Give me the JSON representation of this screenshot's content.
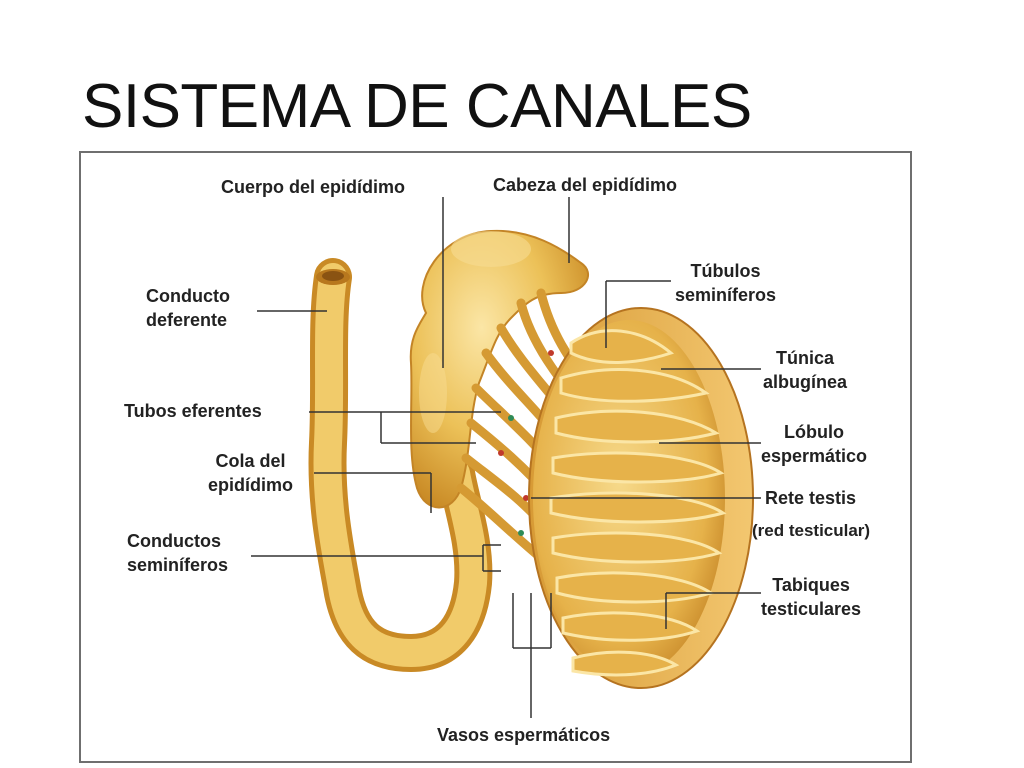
{
  "slide": {
    "title": "SISTEMA DE CANALES"
  },
  "diagram": {
    "labels": {
      "cuerpo_epididimo": "Cuerpo del epidídimo",
      "cabeza_epididimo": "Cabeza del epidídimo",
      "conducto_deferente": [
        "Conducto",
        "deferente"
      ],
      "tubulos_seminiferos": [
        "Túbulos",
        "seminíferos"
      ],
      "tunica_albuginea": [
        "Túnica",
        "albugínea"
      ],
      "tubos_eferentes": "Tubos eferentes",
      "lobulo_espermatico": [
        "Lóbulo",
        "espermático"
      ],
      "cola_epididimo": [
        "Cola del",
        "epidídimo"
      ],
      "rete_testis": "Rete testis",
      "red_testicular": "(red testicular)",
      "conductos_seminiferos": [
        "Conductos",
        "seminíferos"
      ],
      "tabiques_testiculares": [
        "Tabiques",
        "testiculares"
      ],
      "vasos_espermaticos": "Vasos espermáticos"
    },
    "colors": {
      "tissue_light": "#f3cf6d",
      "tissue_mid": "#e0a83a",
      "tissue_dark": "#b8781e",
      "leader_line": "#333333",
      "frame_border": "#6f6f6f"
    }
  }
}
